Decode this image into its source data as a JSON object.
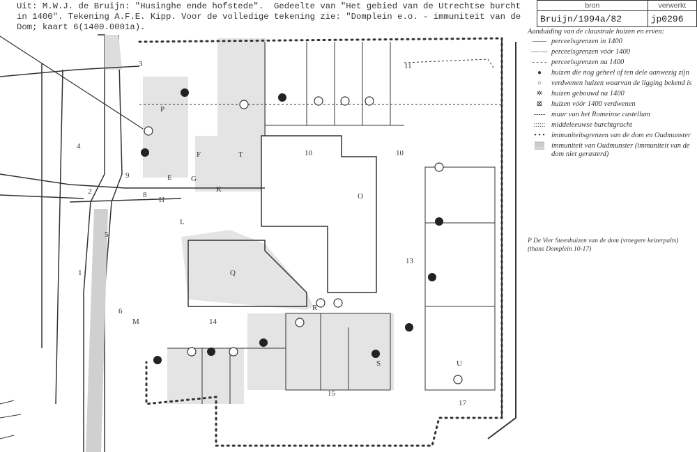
{
  "header": {
    "citation": "Uit: M.W.J. de Bruijn: \"Husinghe ende hofstede\".  Gedeelte van \"Het gebied van de Utrechtse burcht\nin 1400\". Tekening A.F.E. Kipp. Voor de volledige tekening zie: \"Domplein e.o. - immuniteit van de\nDom; kaart 6(1400.0001a)."
  },
  "source_table": {
    "col_bron": "bron",
    "col_verwerkt": "verwerkt",
    "bron_value": "Bruijn/1994a/82",
    "verwerkt_value": "jp0296"
  },
  "legend": {
    "title": "Aanduiding van de claustrale huizen en erven:",
    "items": [
      {
        "symbol": "——",
        "label": "perceelsgrenzen in 1400"
      },
      {
        "symbol": "—·—",
        "label": "perceelsgrenzen vóór 1400"
      },
      {
        "symbol": "- - - -",
        "label": "perceelsgrenzen na 1400"
      },
      {
        "symbol": "●",
        "label": "huizen die nog geheel of ten dele aanwezig zijn"
      },
      {
        "symbol": "○",
        "label": "verdwenen huizen waarvan de ligging bekend is"
      },
      {
        "symbol": "✲",
        "label": "huizen gebouwd na 1400"
      },
      {
        "symbol": "⊠",
        "label": "huizen vóór 1400 verdwenen"
      },
      {
        "symbol": "-----",
        "label": "muur van het Romeinse castellum"
      },
      {
        "symbol": "::::::",
        "label": "middeleeuwse burchtgracht"
      },
      {
        "symbol": "• • •",
        "label": "immuniteitsgrenzen van de dom en Oudmunster"
      },
      {
        "symbol": "▒▒",
        "label": "immuniteit van Oudmunster (immuniteit van de dom niet gerasterd)"
      }
    ]
  },
  "note": "P  De Vier Steenhuizen van de dom (vroegere keizerpalts) (thans Domplein 10-17)",
  "map_labels": [
    "P",
    "Q",
    "T",
    "F",
    "E",
    "G",
    "K",
    "H",
    "L",
    "M",
    "R",
    "S",
    "U",
    "10",
    "10",
    "11",
    "13",
    "14",
    "15",
    "17",
    "2",
    "3",
    "4",
    "5",
    "6",
    "8",
    "9",
    "1",
    "O"
  ]
}
